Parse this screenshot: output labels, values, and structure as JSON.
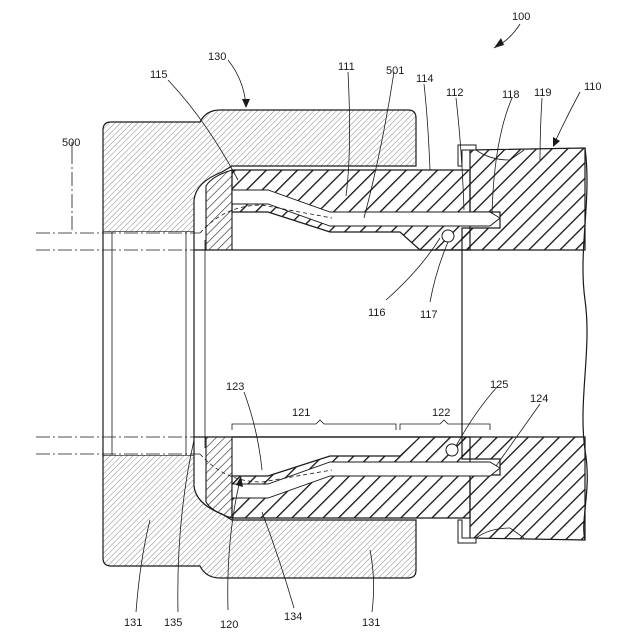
{
  "labels": {
    "assembly": "100",
    "body": "110",
    "first_seal_part": "111",
    "first_step": "112",
    "outer_surface": "114",
    "inner_taper": "115",
    "first_groove": "116",
    "first_protrusion": "117",
    "thread": "118",
    "body_wall": "119",
    "sleeve": "120",
    "upper_seal_part": "121",
    "lower_step": "122",
    "lower_taper": "123",
    "lower_thread": "124",
    "lower_protrusion": "125",
    "nut": "130",
    "nut_section_left": "131",
    "nut_section_right": "131",
    "sleeve_front": "134",
    "nut_inner": "135",
    "pipe": "500",
    "pipe_end": "501"
  }
}
